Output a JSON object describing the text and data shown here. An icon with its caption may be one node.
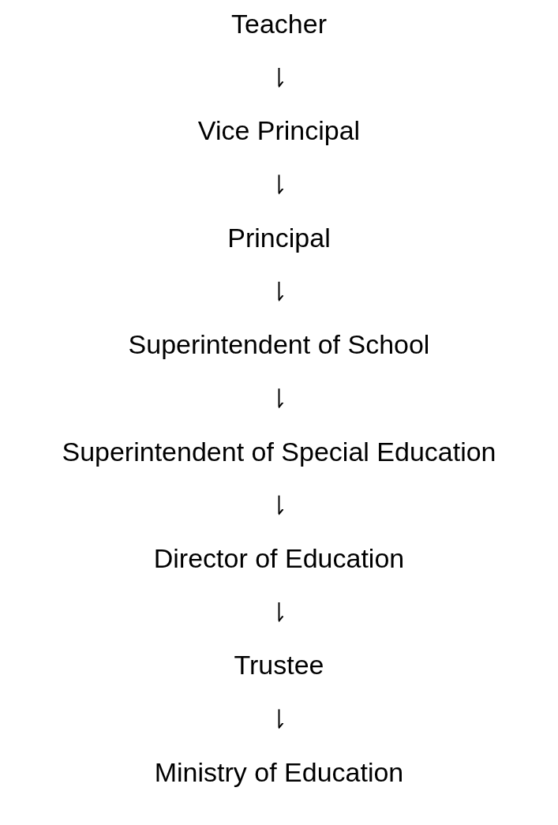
{
  "diagram": {
    "nodes": [
      {
        "text": [
          "Teacher"
        ]
      },
      {
        "text": [
          "Vice Principal"
        ]
      },
      {
        "text": [
          "Principal"
        ]
      },
      {
        "text": [
          "Superintendent of School"
        ]
      },
      {
        "text": [
          "Superintendent of Special Education"
        ]
      },
      {
        "text": [
          "Director of Education"
        ]
      },
      {
        "text": [
          "Trustee"
        ]
      },
      {
        "text": [
          "Ministry of Education"
        ]
      }
    ],
    "edges": [
      {
        "from": 0,
        "to": 1,
        "arrow": "to"
      },
      {
        "from": 1,
        "to": 2,
        "arrow": "to"
      },
      {
        "from": 2,
        "to": 3,
        "arrow": "to"
      },
      {
        "from": 3,
        "to": 4,
        "arrow": "to"
      },
      {
        "from": 4,
        "to": 5,
        "arrow": "to"
      },
      {
        "from": 5,
        "to": 6,
        "arrow": "to"
      },
      {
        "from": 6,
        "to": 7,
        "arrow": "to"
      }
    ]
  }
}
